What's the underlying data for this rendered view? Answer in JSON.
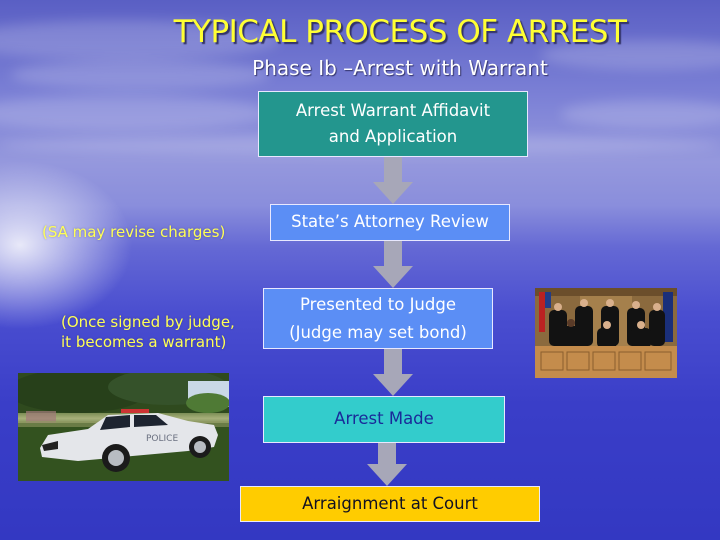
{
  "slide": {
    "title": "TYPICAL PROCESS OF ARREST",
    "subtitle": "Phase Ib –Arrest with Warrant"
  },
  "flow": {
    "steps": [
      {
        "lines": [
          "Arrest Warrant Affidavit",
          "and Application"
        ],
        "color": "#23968e",
        "text_color": "#ffffff"
      },
      {
        "lines": [
          "State’s Attorney Review"
        ],
        "color": "#5b8ef5",
        "text_color": "#ffffff"
      },
      {
        "lines": [
          "Presented to Judge",
          "(Judge may set bond)"
        ],
        "color": "#5b8ef5",
        "text_color": "#ffffff"
      },
      {
        "lines": [
          "Arrest Made"
        ],
        "color": "#33cccc",
        "text_color": "#1a2a99"
      },
      {
        "lines": [
          "Arraignment at Court"
        ],
        "color": "#ffcc00",
        "text_color": "#111122"
      }
    ],
    "arrow_color": "#a7a7b8",
    "arrow_icon": "down-arrow-icon"
  },
  "notes": [
    {
      "lines": [
        "(SA may revise charges)"
      ]
    },
    {
      "lines": [
        "(Once signed by judge,",
        "it becomes a warrant)"
      ]
    }
  ],
  "images": {
    "police_car": "police-car-photo",
    "judges": "judges-panel-photo"
  },
  "colors": {
    "title": "#ffff33",
    "note": "#ffff55",
    "background": "#3a3ec8"
  }
}
